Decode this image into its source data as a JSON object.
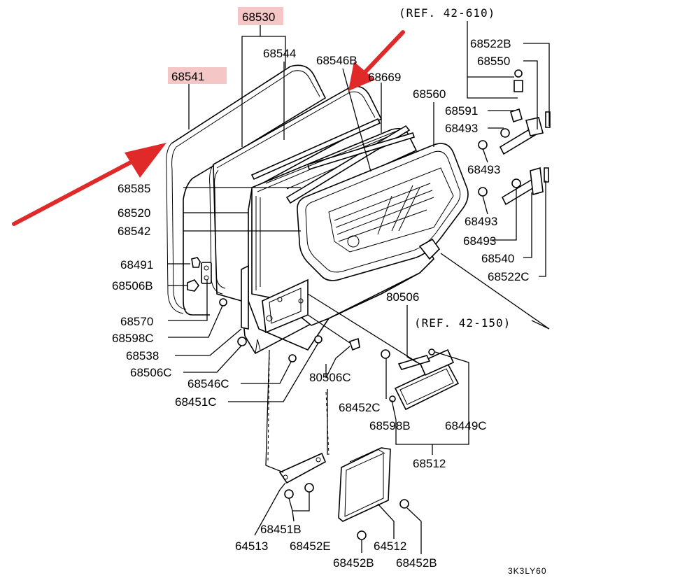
{
  "labels": {
    "p68530": "68530",
    "p68544": "68544",
    "p68541": "68541",
    "p68546B": "68546B",
    "p68669": "68669",
    "p68560": "68560",
    "p68585": "68585",
    "p68520": "68520",
    "p68542": "68542",
    "p68491": "68491",
    "p68506B": "68506B",
    "p68570": "68570",
    "p68598C": "68598C",
    "p68538": "68538",
    "p68506C": "68506C",
    "p68546C": "68546C",
    "p68451C": "68451C",
    "p80506C": "80506C",
    "p80506": "80506",
    "p68452C": "68452C",
    "p68598B": "68598B",
    "p68449C": "68449C",
    "p68512": "68512",
    "p64513": "64513",
    "p68451B": "68451B",
    "p68452E": "68452E",
    "p64512": "64512",
    "p68452B_a": "68452B",
    "p68452B_b": "68452B",
    "p68522B": "68522B",
    "p68550": "68550",
    "p68591": "68591",
    "p68493_a": "68493",
    "p68493_b": "68493",
    "p68493_c": "68493",
    "p68493_d": "68493",
    "p68540": "68540",
    "p68522C": "68522C"
  },
  "references": {
    "ref_top": "(REF. 42-610)",
    "ref_mid": "(REF. 42-150)"
  },
  "diagram_code": "3K3LY60",
  "colors": {
    "highlight": "#f4c6c6",
    "arrow": "#e02a2a"
  }
}
